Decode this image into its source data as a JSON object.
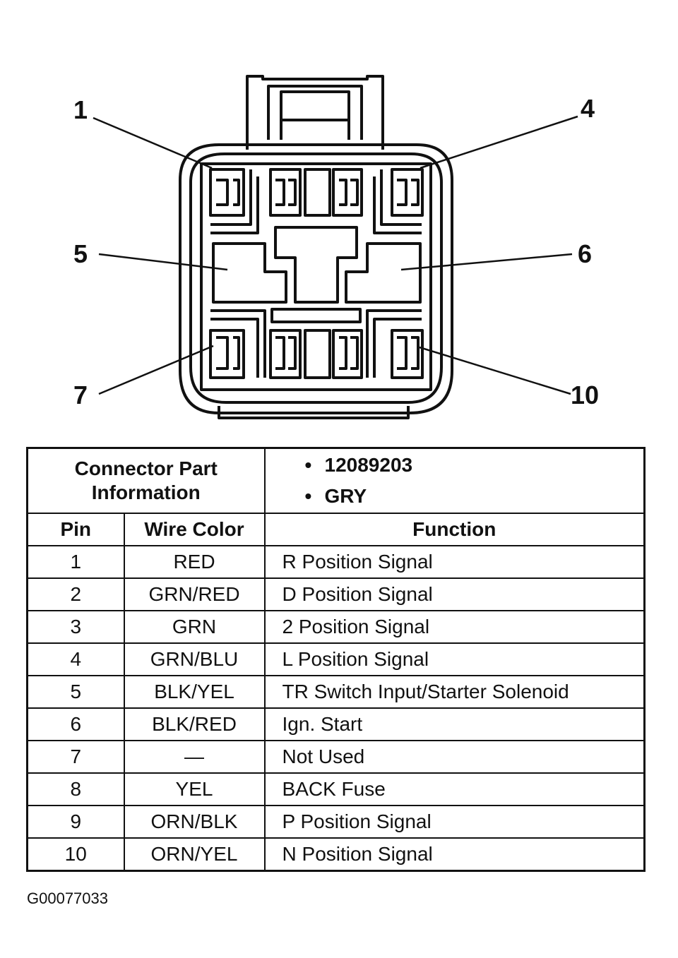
{
  "callouts": {
    "pin1": "1",
    "pin4": "4",
    "pin5": "5",
    "pin6": "6",
    "pin7": "7",
    "pin10": "10"
  },
  "table": {
    "part_info_label": "Connector Part Information",
    "part_info_values": [
      "12089203",
      "GRY"
    ],
    "headers": {
      "pin": "Pin",
      "wire": "Wire Color",
      "function": "Function"
    },
    "rows": [
      {
        "pin": "1",
        "wire": "RED",
        "function": "R Position Signal"
      },
      {
        "pin": "2",
        "wire": "GRN/RED",
        "function": "D Position Signal"
      },
      {
        "pin": "3",
        "wire": "GRN",
        "function": "2 Position Signal"
      },
      {
        "pin": "4",
        "wire": "GRN/BLU",
        "function": "L Position Signal"
      },
      {
        "pin": "5",
        "wire": "BLK/YEL",
        "function": "TR Switch Input/Starter Solenoid"
      },
      {
        "pin": "6",
        "wire": "BLK/RED",
        "function": "Ign. Start"
      },
      {
        "pin": "7",
        "wire": "—",
        "function": "Not Used"
      },
      {
        "pin": "8",
        "wire": "YEL",
        "function": "BACK Fuse"
      },
      {
        "pin": "9",
        "wire": "ORN/BLK",
        "function": "P Position Signal"
      },
      {
        "pin": "10",
        "wire": "ORN/YEL",
        "function": "N Position Signal"
      }
    ]
  },
  "figure_code": "G00077033"
}
